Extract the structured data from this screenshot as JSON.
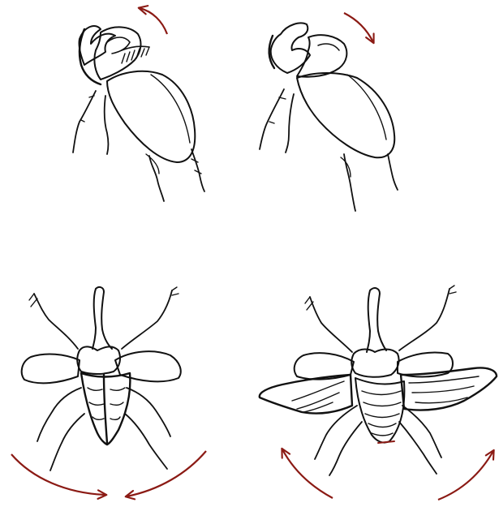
{
  "figure": {
    "panels": [
      {
        "id": "side-view-1",
        "view": "side",
        "rotation": "counter-clockwise"
      },
      {
        "id": "side-view-2",
        "view": "side",
        "rotation": "clockwise"
      },
      {
        "id": "top-view-1",
        "view": "top",
        "wings": "elytra-spread",
        "motion": "closing"
      },
      {
        "id": "top-view-2",
        "view": "top",
        "wings": "hindwings-spread",
        "motion": "opening"
      }
    ]
  },
  "colors": {
    "ink": "#111111",
    "arrow": "#8b1a14",
    "background": "#ffffff"
  },
  "icons": [
    "beetle-drawing",
    "rotation-arrow"
  ]
}
